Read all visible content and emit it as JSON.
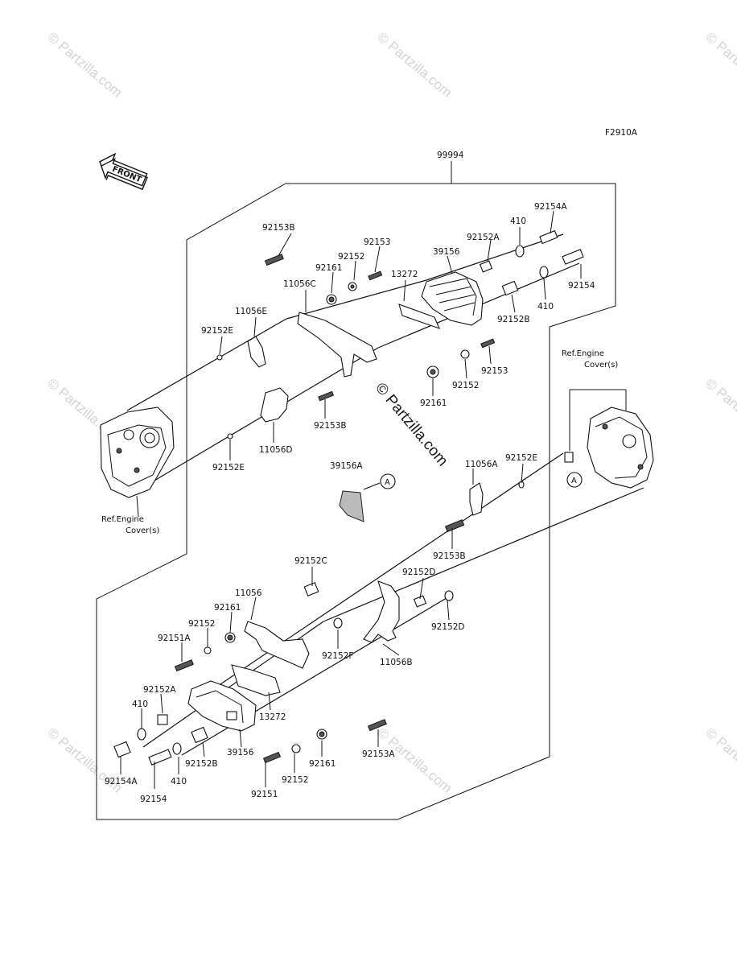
{
  "figure_code": "F2910A",
  "front_label": "FRONT",
  "assembly_number": "99994",
  "ref_labels": {
    "upper_left": [
      "Ref.Engine",
      "Cover(s)"
    ],
    "right": [
      "Ref.Engine",
      "Cover(s)"
    ]
  },
  "callout_letter": "A",
  "watermark": "© Partzilla.com",
  "center_watermark": "© Partzilla.com",
  "parts": {
    "p92153B_top": "92153B",
    "p92153_top": "92153",
    "p92152_top": "92152",
    "p92161_top": "92161",
    "p39156_top": "39156",
    "p92152A_top": "92152A",
    "p410_top": "410",
    "p92154A_top": "92154A",
    "p92154_right": "92154",
    "p410_right": "410",
    "p92152B_right": "92152B",
    "p11056C": "11056C",
    "p13272_top": "13272",
    "p11056E": "11056E",
    "p92152E_left": "92152E",
    "p92153_mid": "92153",
    "p92152_mid": "92152",
    "p92161_mid": "92161",
    "p92153B_mid": "92153B",
    "p11056D": "11056D",
    "p92152E_low": "92152E",
    "p39156A": "39156A",
    "p11056A": "11056A",
    "p92152E_right": "92152E",
    "p92153B_low": "92153B",
    "p92152C": "92152C",
    "p92152D_a": "92152D",
    "p92152D_b": "92152D",
    "p11056": "11056",
    "p92161_low": "92161",
    "p92152_low": "92152",
    "p92151A": "92151A",
    "p92152F": "92152F",
    "p11056B": "11056B",
    "p92152A_low": "92152A",
    "p410_low_a": "410",
    "p13272_low": "13272",
    "p92154A_low": "92154A",
    "p410_low_b": "410",
    "p92152B_low": "92152B",
    "p39156_low": "39156",
    "p92153A": "92153A",
    "p92161_bottom": "92161",
    "p92152_bottom": "92152",
    "p92151": "92151",
    "p92154_low": "92154"
  }
}
